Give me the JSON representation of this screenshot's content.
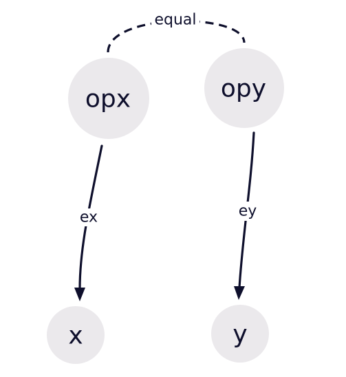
{
  "nodes": {
    "opx": {
      "label": "opx"
    },
    "opy": {
      "label": "opy"
    },
    "x": {
      "label": "x"
    },
    "y": {
      "label": "y"
    }
  },
  "edges": {
    "equal": {
      "label": "equal",
      "style": "dashed",
      "from": "opx",
      "to": "opy"
    },
    "ex": {
      "label": "ex",
      "style": "solid-arrow",
      "from": "opx",
      "to": "x"
    },
    "ey": {
      "label": "ey",
      "style": "solid-arrow",
      "from": "opy",
      "to": "y"
    }
  },
  "colors": {
    "node_fill": "#ebe9ec",
    "ink": "#0e0f2c",
    "background": "#ffffff"
  }
}
